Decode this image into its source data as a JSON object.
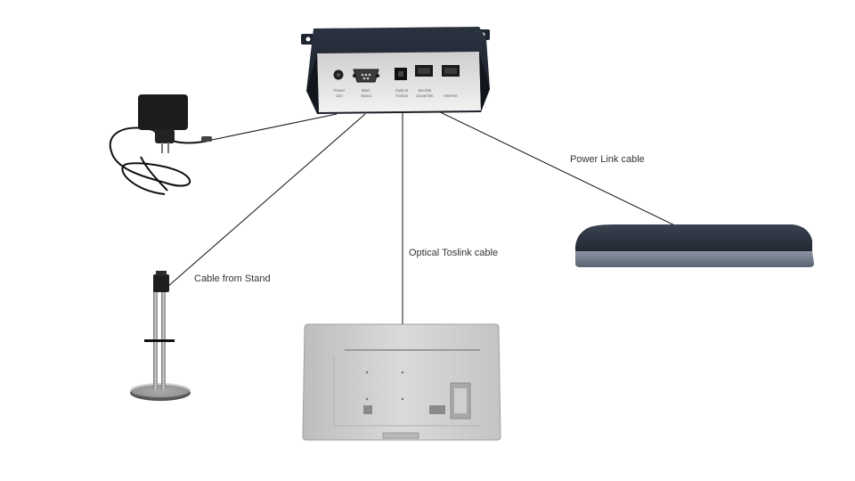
{
  "diagram": {
    "labels": {
      "power_link": "Power Link cable",
      "optical": "Optical Toslink cable",
      "stand": "Cable from Stand"
    },
    "hub_ports": {
      "power": [
        "Power",
        "12V"
      ],
      "b_and_o": [
        "B&O",
        "Stand"
      ],
      "optical": [
        "Optical",
        "Toslink"
      ],
      "power_link": [
        "Beolink",
        "powerlink"
      ],
      "internet": [
        "Internet"
      ]
    }
  }
}
